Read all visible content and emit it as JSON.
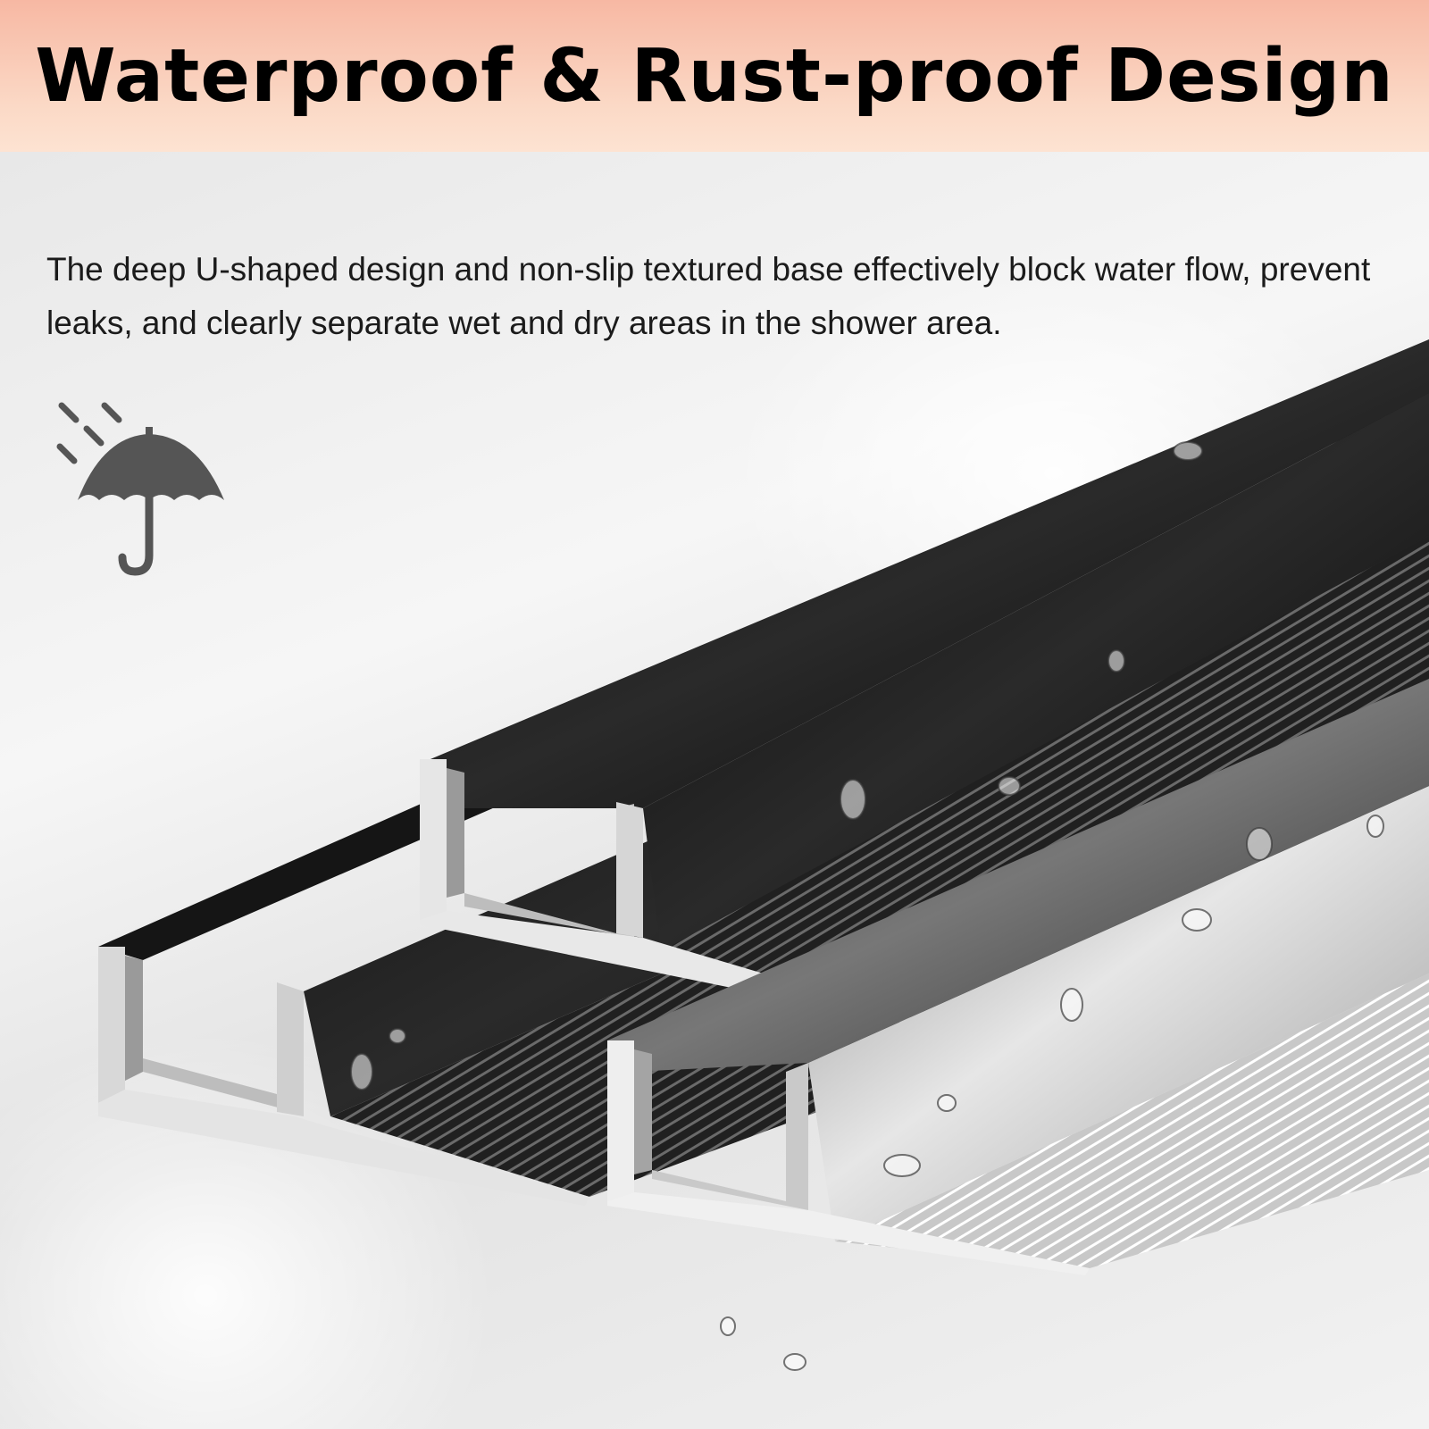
{
  "banner": {
    "title": "Waterproof & Rust-proof Design",
    "colors": {
      "top": "#f7b8a3",
      "bottom": "#fde3d2"
    }
  },
  "description": "The deep U-shaped design and non-slip textured base effectively block water flow, prevent leaks, and clearly separate wet and dry areas in the shower area.",
  "icons": {
    "feature": "umbrella-rain-icon",
    "feature_color": "#555555"
  },
  "product": {
    "name": "u-channel-aluminum-profile",
    "finishes": [
      {
        "name": "black",
        "color": "#141414"
      },
      {
        "name": "silver",
        "color": "#b9b9b9"
      }
    ]
  }
}
